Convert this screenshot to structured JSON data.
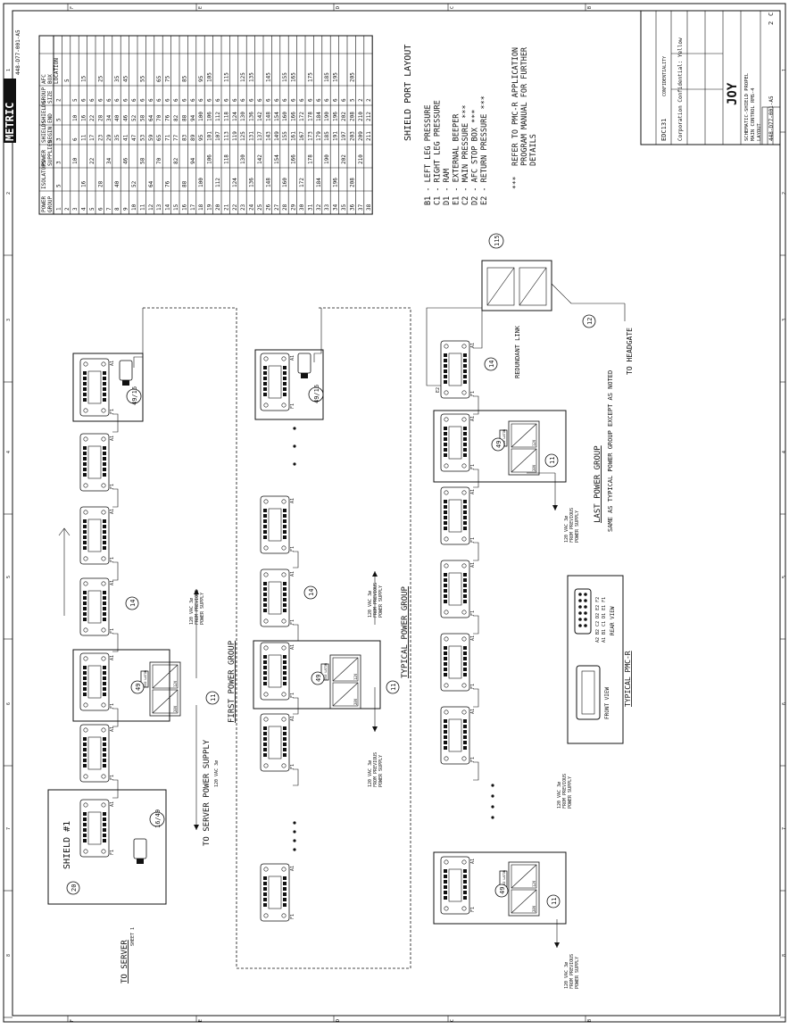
{
  "brand": {
    "metric_logo": "METRIC",
    "company_logo": "JOY",
    "doc_number_top": "448-D77-001-A5",
    "doc_number_bottom": "448-D77-001-A5",
    "sheet_a": "2",
    "sheet_b": "C"
  },
  "title_block": {
    "doc_code": "EDC131",
    "confidentiality": "CONFIDENTIALITY",
    "rating": "Corporation Confidential: Yellow",
    "title_line1": "SCHEMATIC-SHIELD PROPEL",
    "title_line2": "MAIN CONTROL RMS-4",
    "title_line3": "LAYOUT"
  },
  "afc_table": {
    "headers": [
      "POWER GROUP",
      "ISOLATORS",
      "POWER SUPPLIES",
      "SHIELDS BEGIN",
      "SHIELDS END",
      "GROUP SIZE",
      "AFC BOX LOCATION"
    ],
    "rows": [
      [
        "1",
        "5",
        "3",
        "3",
        "5",
        "2",
        ""
      ],
      [
        "2",
        "",
        "",
        "",
        "",
        "",
        "5"
      ],
      [
        "3",
        "",
        "10",
        "6",
        "10",
        "5",
        ""
      ],
      [
        "4",
        "16",
        "",
        "11",
        "16",
        "6",
        "15"
      ],
      [
        "5",
        "",
        "22",
        "17",
        "22",
        "6",
        ""
      ],
      [
        "6",
        "28",
        "",
        "23",
        "28",
        "6",
        "25"
      ],
      [
        "7",
        "",
        "34",
        "29",
        "34",
        "6",
        ""
      ],
      [
        "8",
        "40",
        "",
        "35",
        "40",
        "6",
        "35"
      ],
      [
        "9",
        "",
        "46",
        "41",
        "46",
        "6",
        "45"
      ],
      [
        "10",
        "52",
        "",
        "47",
        "52",
        "6",
        ""
      ],
      [
        "11",
        "",
        "58",
        "53",
        "58",
        "6",
        "55"
      ],
      [
        "12",
        "64",
        "",
        "59",
        "64",
        "6",
        ""
      ],
      [
        "13",
        "",
        "70",
        "65",
        "70",
        "6",
        "65"
      ],
      [
        "14",
        "76",
        "",
        "71",
        "76",
        "6",
        "75"
      ],
      [
        "15",
        "",
        "82",
        "77",
        "82",
        "6",
        ""
      ],
      [
        "16",
        "88",
        "",
        "83",
        "88",
        "6",
        "85"
      ],
      [
        "17",
        "",
        "94",
        "89",
        "94",
        "6",
        ""
      ],
      [
        "18",
        "100",
        "",
        "95",
        "100",
        "6",
        "95"
      ],
      [
        "19",
        "",
        "106",
        "101",
        "106",
        "6",
        "105"
      ],
      [
        "20",
        "112",
        "",
        "107",
        "112",
        "6",
        ""
      ],
      [
        "21",
        "",
        "118",
        "113",
        "118",
        "6",
        "115"
      ],
      [
        "22",
        "124",
        "",
        "119",
        "124",
        "6",
        ""
      ],
      [
        "23",
        "",
        "130",
        "125",
        "130",
        "6",
        "125"
      ],
      [
        "24",
        "136",
        "",
        "131",
        "136",
        "6",
        "135"
      ],
      [
        "25",
        "",
        "142",
        "137",
        "142",
        "6",
        ""
      ],
      [
        "26",
        "148",
        "",
        "143",
        "148",
        "6",
        "145"
      ],
      [
        "27",
        "",
        "154",
        "149",
        "154",
        "6",
        ""
      ],
      [
        "28",
        "160",
        "",
        "155",
        "160",
        "6",
        "155"
      ],
      [
        "29",
        "",
        "166",
        "161",
        "166",
        "6",
        "165"
      ],
      [
        "30",
        "172",
        "",
        "167",
        "172",
        "6",
        ""
      ],
      [
        "31",
        "",
        "178",
        "173",
        "178",
        "6",
        "175"
      ],
      [
        "32",
        "184",
        "",
        "179",
        "184",
        "6",
        ""
      ],
      [
        "33",
        "",
        "190",
        "185",
        "190",
        "6",
        "185"
      ],
      [
        "34",
        "196",
        "",
        "191",
        "196",
        "6",
        "195"
      ],
      [
        "35",
        "",
        "202",
        "197",
        "202",
        "6",
        ""
      ],
      [
        "36",
        "208",
        "",
        "203",
        "208",
        "5",
        "205"
      ],
      [
        "37",
        "",
        "210",
        "209",
        "210",
        "2",
        ""
      ],
      [
        "38",
        "",
        "",
        "211",
        "212",
        "2",
        ""
      ]
    ]
  },
  "notes": {
    "shield_port_layout_title": "SHIELD PORT LAYOUT",
    "items": [
      "B1 - LEFT LEG PRESSURE",
      "C1 - RIGHT LEG PRESSURE",
      "D1 - RAM",
      "E1 - EXTERNAL BEEPER",
      "C2 - MAIN PRESSURE ***",
      "D2 - AFC STOP BOX ***",
      "E2 - RETURN PRESSURE ***"
    ],
    "footnote_marker": "***",
    "footnote_lines": [
      "REFER TO PMC-R APPLICATION",
      "PROGRAM MANUAL FOR FURTHER",
      "DETAILS"
    ]
  },
  "groups": {
    "first_power_group": "FIRST POWER GROUP",
    "typical_power_group": "TYPICAL POWER GROUP",
    "last_power_group": "LAST POWER GROUP",
    "last_group_note": "SAME AS TYPICAL POWER GROUP EXCEPT AS NOTED"
  },
  "labels": {
    "shield_1": "SHIELD #1",
    "to_server": "TO SERVER",
    "sheet_1": "SHEET 1",
    "to_server_power_supply": "TO SERVER POWER SUPPLY",
    "to_server_power_supply_sub": "120 VAC 3ø",
    "vac_from_previous": [
      "120 VAC 3ø",
      "FROM PREVIOUS",
      "POWER SUPPLY"
    ],
    "redundant_link": "REDUNDANT LINK",
    "to_headgate": "TO HEADGATE",
    "typical_pmc_r": "TYPICAL PMC-R",
    "front_view": "FRONT VIEW",
    "rear_view": "REAR VIEW",
    "rear_row_1": "A2 B2 C2 D2 E2 F2",
    "rear_row_2": "A1 B1 C1 D1 E1 F1",
    "port_a1": "A1",
    "port_f1": "F1",
    "port_e2": "E2",
    "isolator": "ISO LATOR",
    "psu_v": "12V",
    "psu_v2": "28V"
  },
  "callouts": {
    "c20": "20",
    "c16_49": "16/49",
    "c49_16": "49/16",
    "c49": "49",
    "c14": "14",
    "c11": "11",
    "c12": "12",
    "c115": "115"
  },
  "margin": {
    "grid_letters": [
      "F",
      "E",
      "D",
      "C",
      "B"
    ],
    "grid_numbers": [
      "1",
      "2",
      "3",
      "4",
      "5",
      "6",
      "7",
      "8"
    ]
  }
}
